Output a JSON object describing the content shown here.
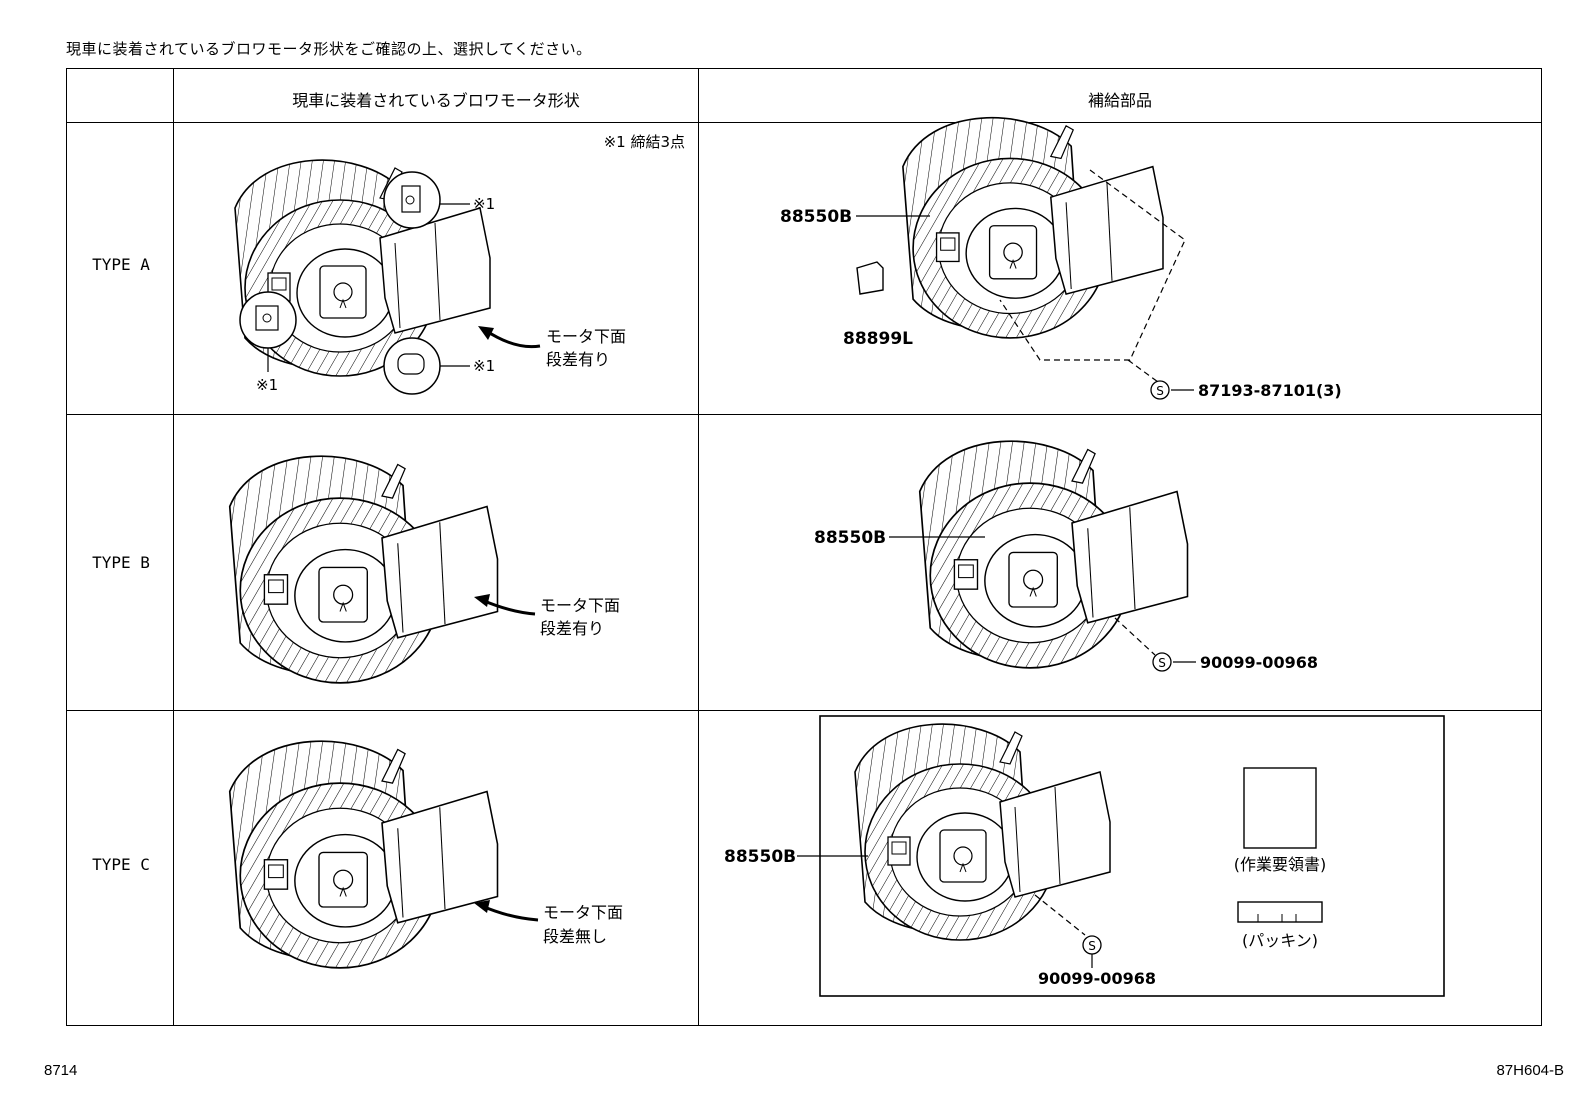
{
  "instruction": "現車に装着されているブロワモータ形状をご確認の上、選択してください。",
  "header": {
    "col_shape": "現車に装着されているブロワモータ形状",
    "col_parts": "補給部品"
  },
  "rows": [
    {
      "label": "TYPE A",
      "note": "※1 締結3点",
      "mark": "※1",
      "shape_note_line1": "モータ下面",
      "shape_note_line2": "段差有り",
      "parts": [
        "88550B",
        "88899L"
      ],
      "screw_symbol": "S",
      "screw": "87193-87101(3)"
    },
    {
      "label": "TYPE B",
      "shape_note_line1": "モータ下面",
      "shape_note_line2": "段差有り",
      "parts": [
        "88550B"
      ],
      "screw_symbol": "S",
      "screw": "90099-00968"
    },
    {
      "label": "TYPE C",
      "shape_note_line1": "モータ下面",
      "shape_note_line2": "段差無し",
      "parts": [
        "88550B"
      ],
      "screw_symbol": "S",
      "screw": "90099-00968",
      "manual_label": "(作業要領書)",
      "packing_label": "(パッキン)"
    }
  ],
  "footer": {
    "left": "8714",
    "right": "87H604-B"
  }
}
